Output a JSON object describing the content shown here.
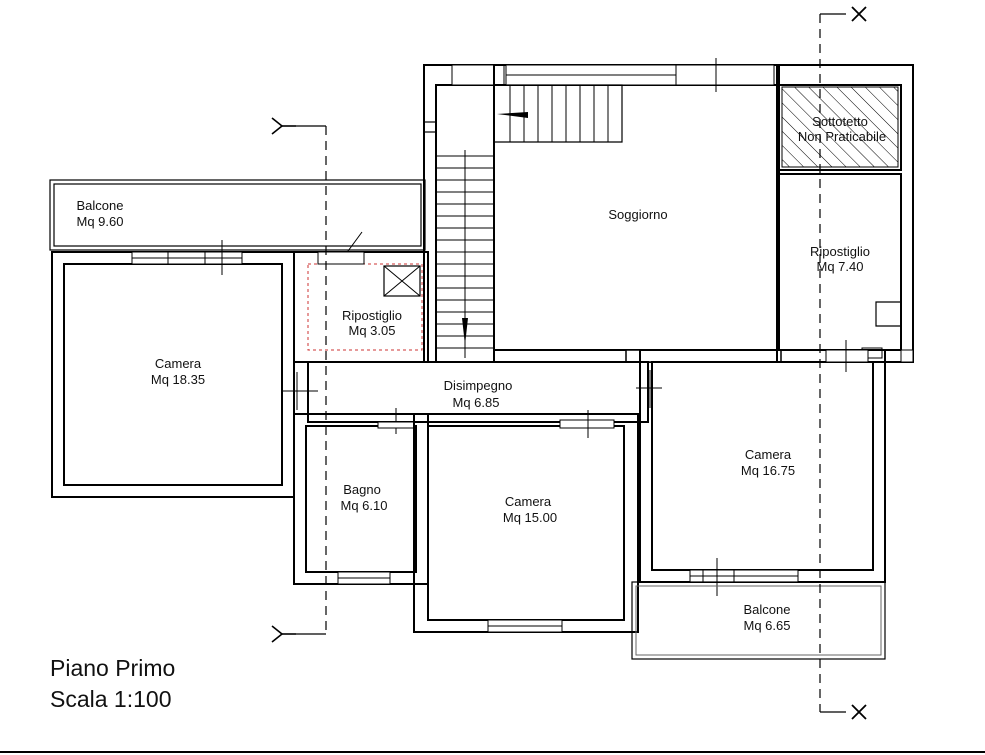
{
  "title": {
    "line1": "Piano Primo",
    "line2": "Scala 1:100"
  },
  "rooms": {
    "balcone_ovest": {
      "name": "Balcone",
      "area": "Mq 9.60"
    },
    "camera_ovest": {
      "name": "Camera",
      "area": "Mq 18.35"
    },
    "ripostiglio_piccolo": {
      "name": "Ripostiglio",
      "area": "Mq 3.05"
    },
    "soggiorno": {
      "name": "Soggiorno"
    },
    "sottotetto": {
      "name": "Sottotetto",
      "note": "Non Praticabile"
    },
    "ripostiglio_est": {
      "name": "Ripostiglio",
      "area": "Mq 7.40"
    },
    "disimpegno": {
      "name": "Disimpegno",
      "area": "Mq 6.85"
    },
    "bagno": {
      "name": "Bagno",
      "area": "Mq 6.10"
    },
    "camera_centro": {
      "name": "Camera",
      "area": "Mq 15.00"
    },
    "camera_est": {
      "name": "Camera",
      "area": "Mq 16.75"
    },
    "balcone_sud": {
      "name": "Balcone",
      "area": "Mq 6.65"
    }
  },
  "section_marks": {
    "y": "Y",
    "x": "X"
  }
}
